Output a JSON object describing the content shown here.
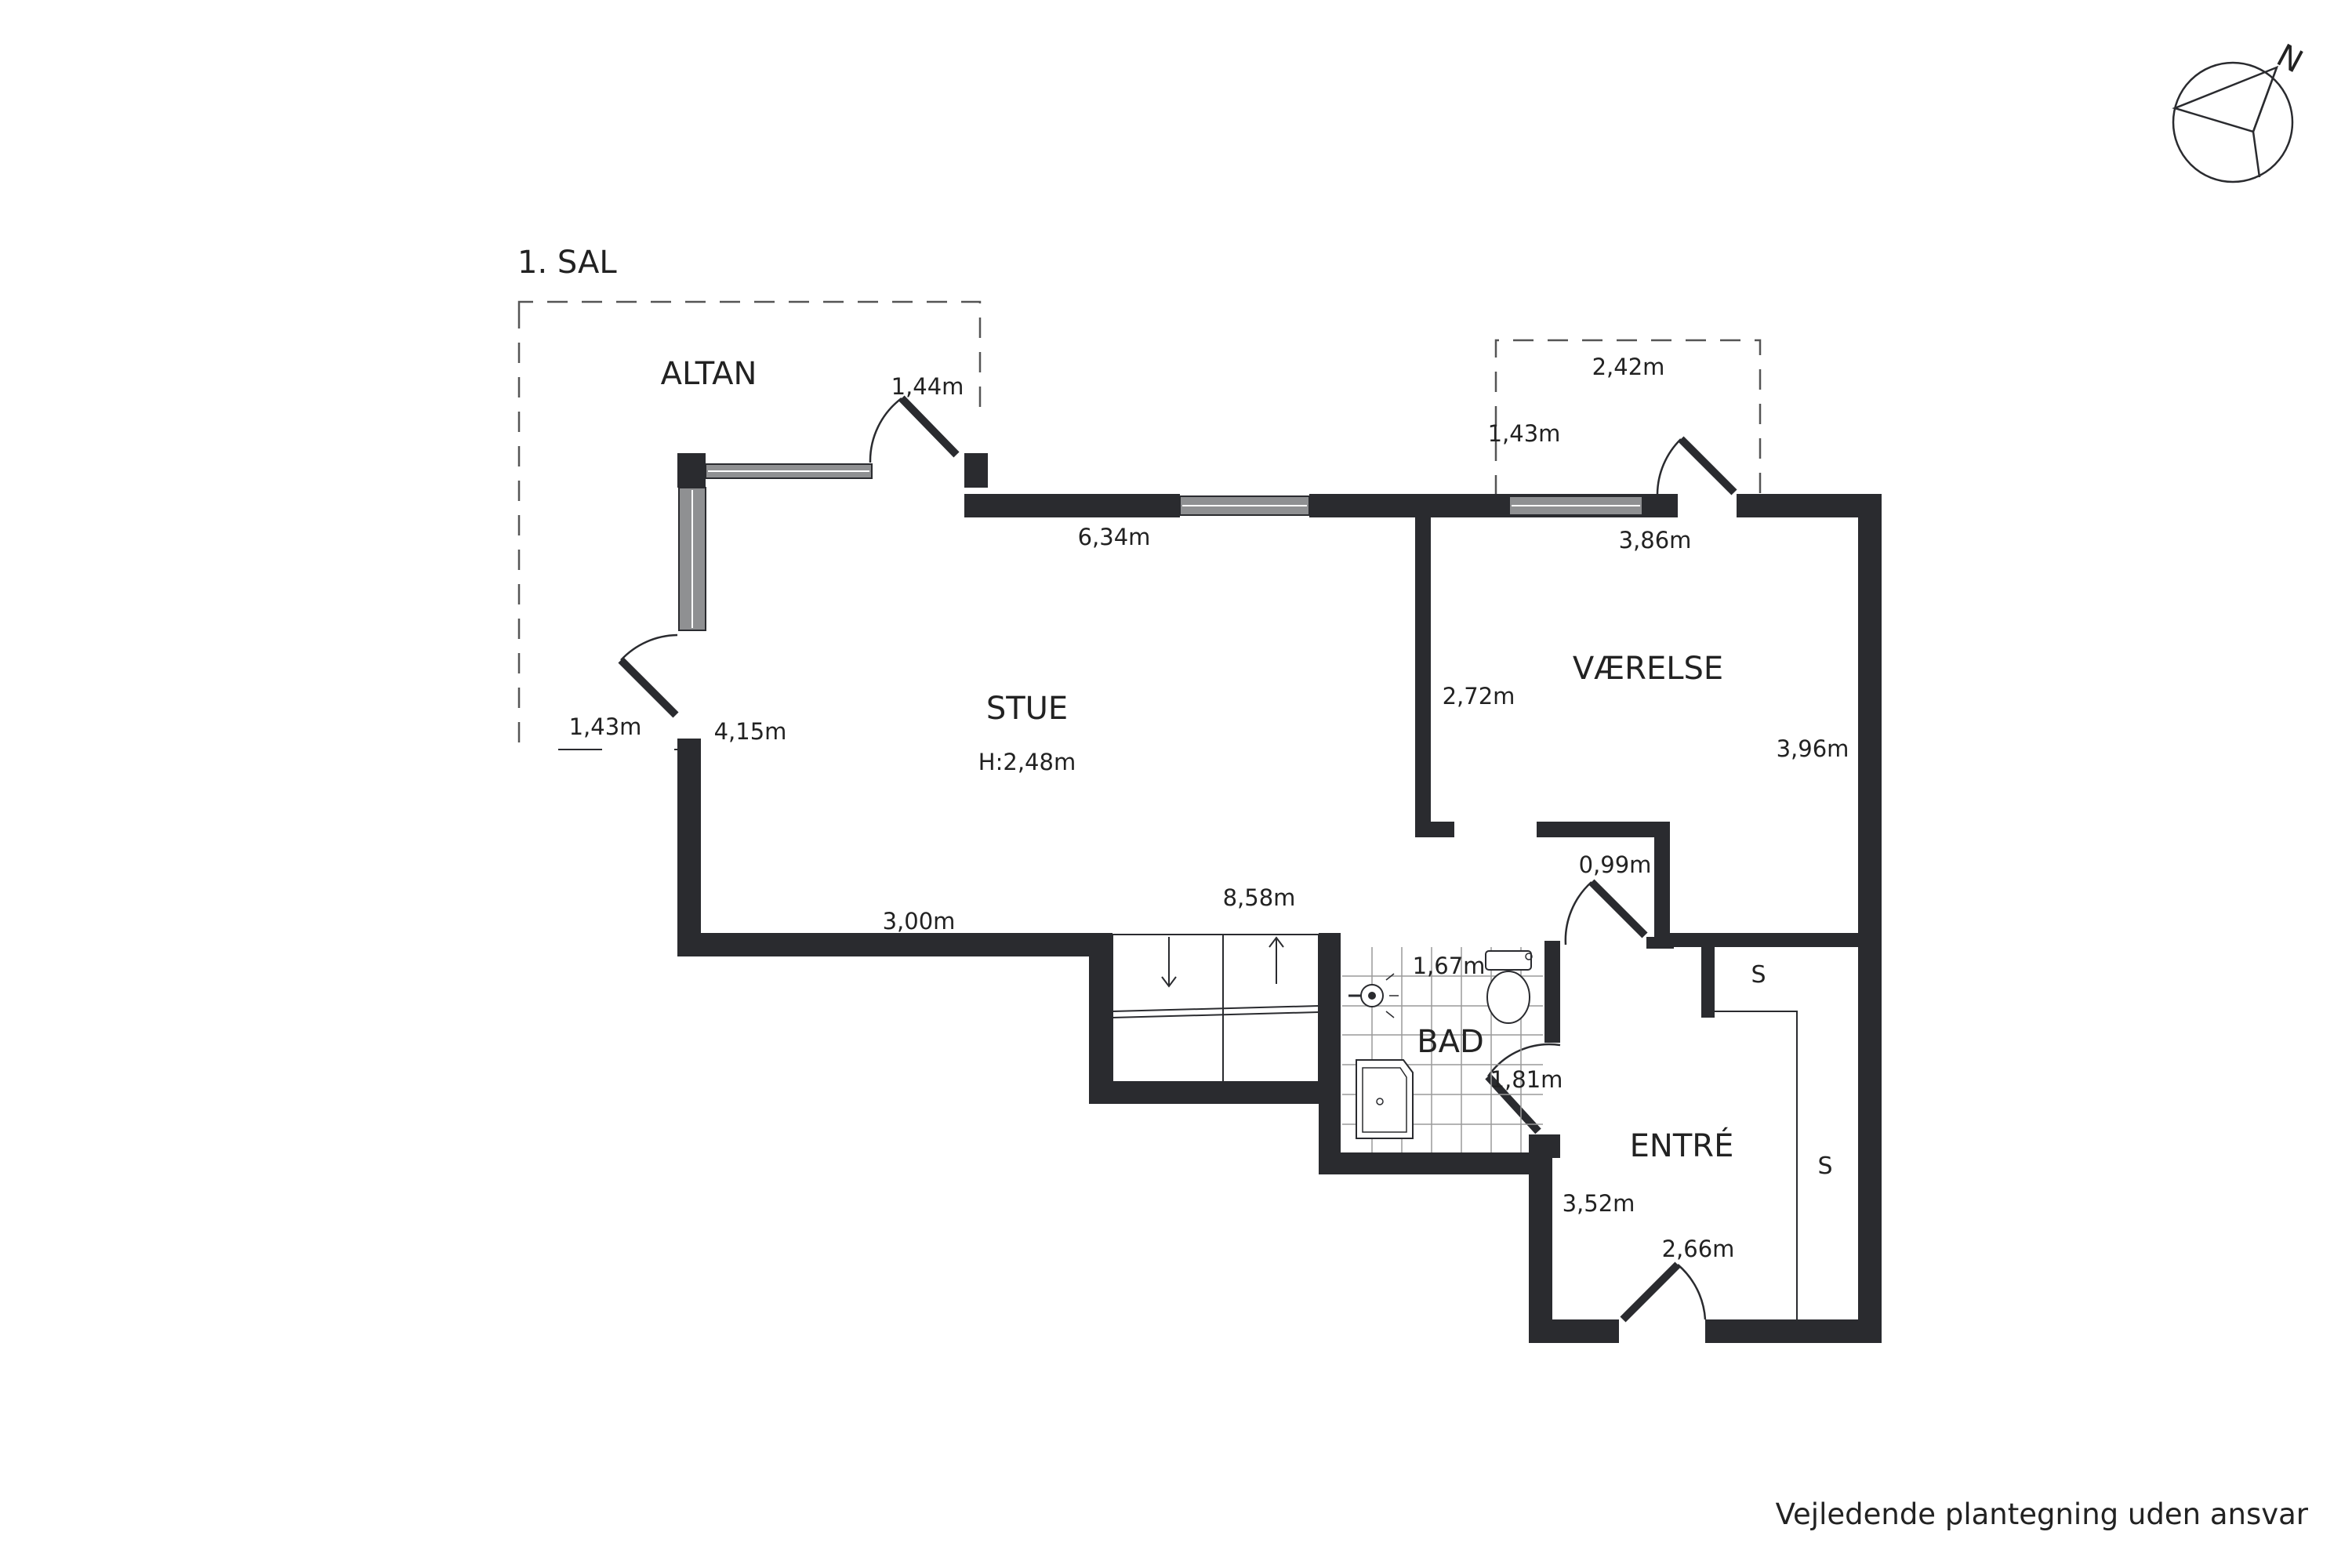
{
  "floor": {
    "title": "1. SAL"
  },
  "rooms": {
    "altan": "ALTAN",
    "stue": "STUE",
    "stue_height": "H:2,48m",
    "vaerelse": "VÆRELSE",
    "bad": "BAD",
    "entre": "ENTRÉ"
  },
  "storage": {
    "s1": "S",
    "s2": "S"
  },
  "dimensions": {
    "altan_door": "1,44m",
    "altan_side": "1,43m",
    "stue_left": "4,15m",
    "stue_top": "6,34m",
    "stue_bottom": "3,00m",
    "stue_width": "8,58m",
    "vaer_top_outer": "2,42m",
    "vaer_side_outer": "1,43m",
    "vaer_top": "3,86m",
    "vaer_left": "2,72m",
    "vaer_right": "3,96m",
    "door_099": "0,99m",
    "bad_top": "1,67m",
    "bad_side": "1,81m",
    "entre_left": "3,52m",
    "entre_bottom": "2,66m"
  },
  "compass": {
    "north": "N"
  },
  "disclaimer": "Vejledende plantegning uden ansvar",
  "colors": {
    "wall": "#2a2b2f",
    "window": "#8f9092"
  }
}
